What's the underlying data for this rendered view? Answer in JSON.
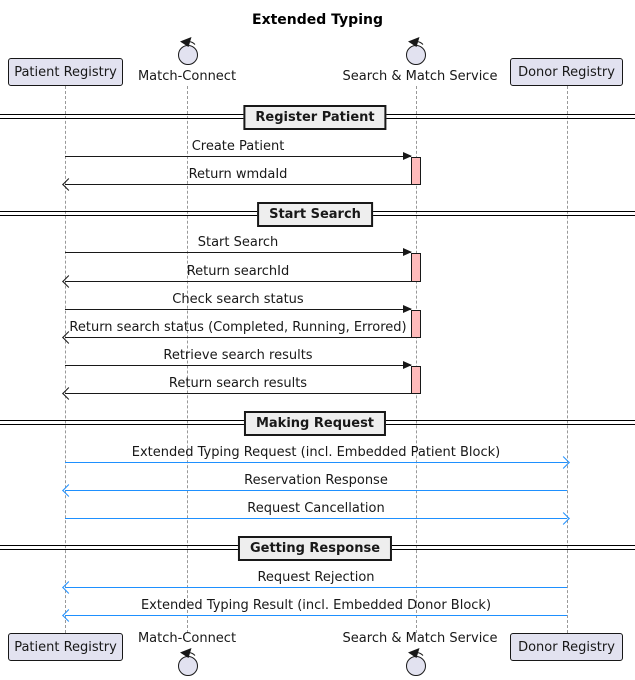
{
  "title": "Extended Typing",
  "participants": [
    {
      "name": "Patient Registry",
      "type": "participant-box"
    },
    {
      "name": "Match-Connect",
      "type": "control"
    },
    {
      "name": "Search & Match Service",
      "type": "control"
    },
    {
      "name": "Donor Registry",
      "type": "participant-box"
    }
  ],
  "dividers": [
    {
      "label": "Register Patient"
    },
    {
      "label": "Start Search"
    },
    {
      "label": "Making Request"
    },
    {
      "label": "Getting Response"
    }
  ],
  "messages": [
    {
      "label": "Create Patient",
      "from": "Patient Registry",
      "to": "Search & Match Service",
      "color": "black"
    },
    {
      "label": "Return wmdaId",
      "from": "Search & Match Service",
      "to": "Patient Registry",
      "color": "black"
    },
    {
      "label": "Start Search",
      "from": "Patient Registry",
      "to": "Search & Match Service",
      "color": "black"
    },
    {
      "label": "Return searchId",
      "from": "Search & Match Service",
      "to": "Patient Registry",
      "color": "black"
    },
    {
      "label": "Check search status",
      "from": "Patient Registry",
      "to": "Search & Match Service",
      "color": "black"
    },
    {
      "label": "Return search status (Completed, Running, Errored)",
      "from": "Search & Match Service",
      "to": "Patient Registry",
      "color": "black"
    },
    {
      "label": "Retrieve search results",
      "from": "Patient Registry",
      "to": "Search & Match Service",
      "color": "black"
    },
    {
      "label": "Return search results",
      "from": "Search & Match Service",
      "to": "Patient Registry",
      "color": "black"
    },
    {
      "label": "Extended Typing Request (incl. Embedded Patient Block)",
      "from": "Patient Registry",
      "to": "Donor Registry",
      "color": "blue"
    },
    {
      "label": "Reservation Response",
      "from": "Donor Registry",
      "to": "Patient Registry",
      "color": "blue"
    },
    {
      "label": "Request Cancellation",
      "from": "Patient Registry",
      "to": "Donor Registry",
      "color": "blue"
    },
    {
      "label": "Request Rejection",
      "from": "Donor Registry",
      "to": "Patient Registry",
      "color": "blue"
    },
    {
      "label": "Extended Typing Result (incl. Embedded Donor Block)",
      "from": "Donor Registry",
      "to": "Patient Registry",
      "color": "blue"
    }
  ],
  "colors": {
    "arrow_black": "#181818",
    "arrow_blue": "#1E90FF",
    "participant_fill": "#E2E2F0",
    "participant_border": "#181818",
    "divider_fill": "#EEEEEE",
    "activation_fill": "#FFBBBB",
    "lifeline": "#999999"
  }
}
